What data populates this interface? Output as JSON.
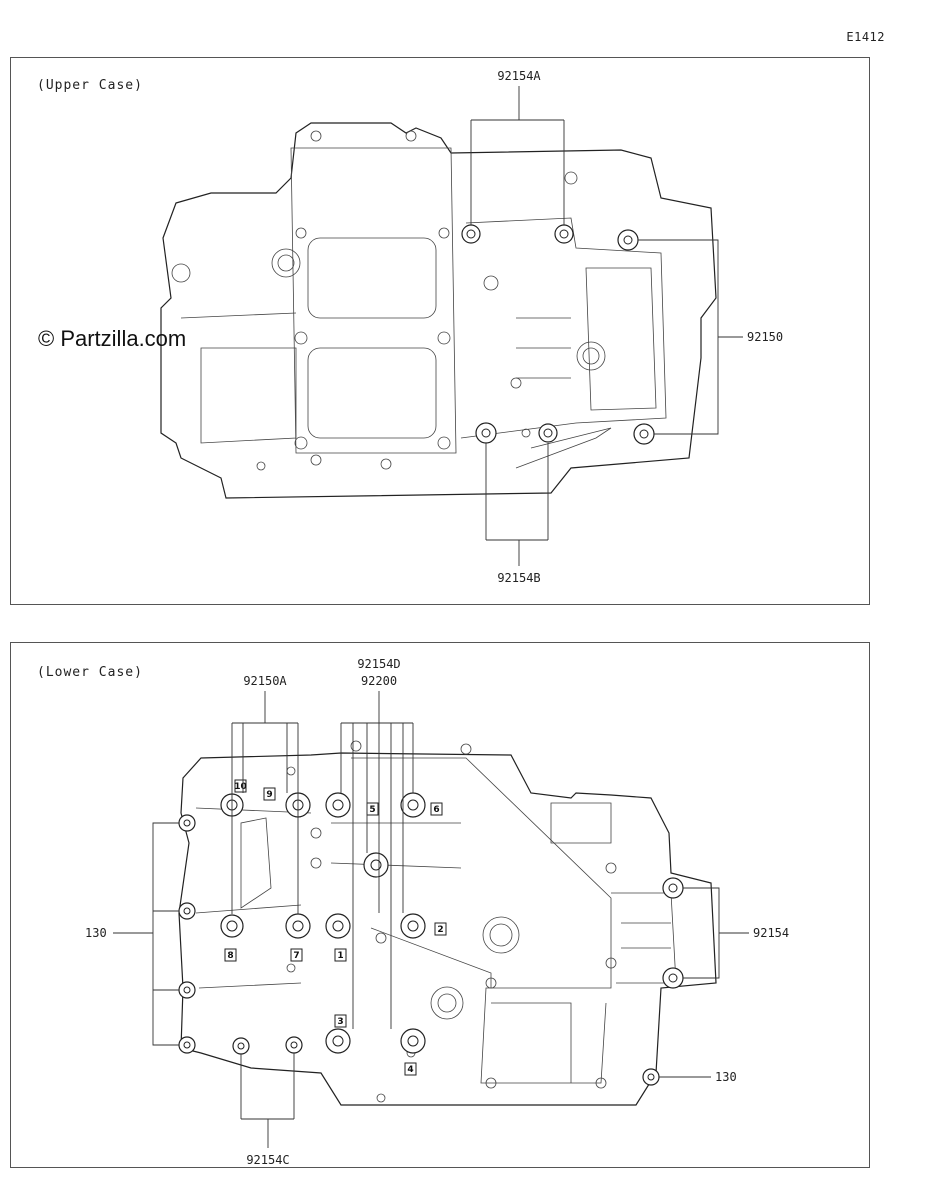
{
  "figure_ref": "E1412",
  "watermark": "© Partzilla.com",
  "upper": {
    "title": "(Upper Case)",
    "labels": {
      "a": "92154A",
      "b": "92154B",
      "c": "92150"
    }
  },
  "lower": {
    "title": "(Lower Case)",
    "labels": {
      "a": "92150A",
      "d1": "92154D",
      "d2": "92200",
      "n1": "130",
      "e": "92154",
      "n2": "130",
      "c": "92154C"
    },
    "sequence": [
      "1",
      "2",
      "3",
      "4",
      "5",
      "6",
      "7",
      "8",
      "9",
      "10"
    ]
  }
}
